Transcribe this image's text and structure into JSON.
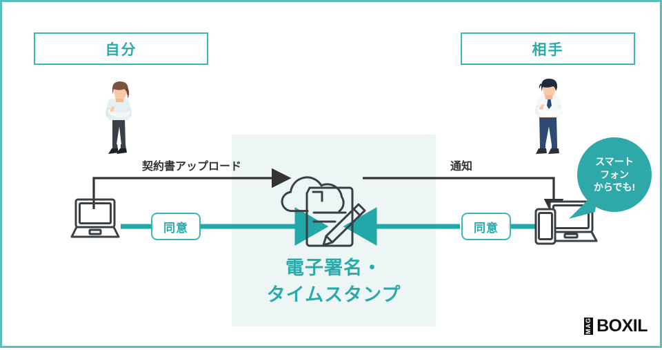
{
  "diagram": {
    "title_visible": false,
    "colors": {
      "teal": "#2ca9a9",
      "teal_border": "#3cb6b6",
      "teal_arrow": "#22a8a8",
      "panel_bg": "#eef6f5",
      "dark_line": "#333333",
      "frame_border": "#59bdbd"
    },
    "headers": [
      {
        "id": "left",
        "label": "自分"
      },
      {
        "id": "right",
        "label": "相手"
      }
    ],
    "flow_labels": [
      {
        "id": "upload",
        "label": "契約書アップロード"
      },
      {
        "id": "notify",
        "label": "通知"
      }
    ],
    "pills": [
      {
        "id": "left",
        "label": "同意"
      },
      {
        "id": "right",
        "label": "同意"
      }
    ],
    "center": {
      "caption_line1": "電子署名・",
      "caption_line2": "タイムスタンプ",
      "icons": [
        "cloud-icon",
        "document-icon",
        "pencil-icon"
      ]
    },
    "bubble": {
      "line1": "スマート",
      "line2": "フォン",
      "line3": "からでも!"
    },
    "actors": [
      {
        "id": "left",
        "icon": "person-woman-illustration",
        "device": "laptop-icon"
      },
      {
        "id": "right",
        "icon": "person-man-illustration",
        "device": "laptop-and-smartphone-icon"
      }
    ],
    "logo": {
      "badge": "MAG",
      "word": "BOXIL"
    }
  }
}
